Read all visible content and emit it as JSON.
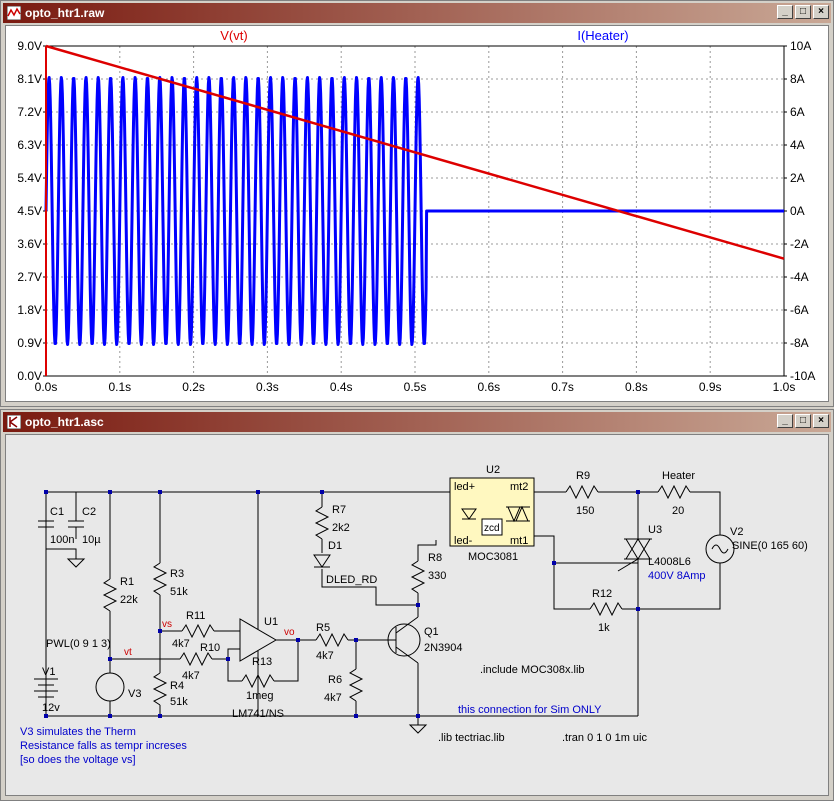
{
  "waveform_window": {
    "title": "opto_htr1.raw",
    "buttons": {
      "minimize": "_",
      "maximize": "□",
      "close": "×"
    }
  },
  "schematic_window": {
    "title": "opto_htr1.asc",
    "buttons": {
      "minimize": "_",
      "maximize": "□",
      "close": "×"
    }
  },
  "chart_data": {
    "type": "line",
    "x_ticks": [
      "0.0s",
      "0.1s",
      "0.2s",
      "0.3s",
      "0.4s",
      "0.5s",
      "0.6s",
      "0.7s",
      "0.8s",
      "0.9s",
      "1.0s"
    ],
    "y_left_ticks": [
      "0.0V",
      "0.9V",
      "1.8V",
      "2.7V",
      "3.6V",
      "4.5V",
      "5.4V",
      "6.3V",
      "7.2V",
      "8.1V",
      "9.0V"
    ],
    "y_right_ticks": [
      "-10A",
      "-8A",
      "-6A",
      "-4A",
      "-2A",
      "0A",
      "2A",
      "4A",
      "6A",
      "8A",
      "10A"
    ],
    "xlim": [
      0,
      1.0
    ],
    "ylim_left": [
      0,
      9.0
    ],
    "ylim_right": [
      -10,
      10
    ],
    "grid": true,
    "series": [
      {
        "name": "V(vt)",
        "axis": "left",
        "color": "#dd0000",
        "type": "line",
        "x": [
          0,
          1.0
        ],
        "y": [
          9.0,
          3.2
        ]
      },
      {
        "name": "I(Heater)",
        "axis": "right",
        "color": "#0000ff",
        "type": "sine",
        "frequency_hz": 60,
        "amplitude": 8.1,
        "on_until": 0.515,
        "offset_after": 0
      }
    ]
  },
  "schematic": {
    "labels": {
      "u2": "U2",
      "led_plus": "led+",
      "led_minus": "led-",
      "mt2": "mt2",
      "mt1": "mt1",
      "zcd": "zcd",
      "moc": "MOC3081",
      "r9": "R9",
      "r9_val": "150",
      "heater": "Heater",
      "heater_val": "20",
      "v2": "V2",
      "v2_val": "SINE(0 165 60)",
      "u3": "U3",
      "u3_part": "L4008L6",
      "u3_spec": "400V 8Amp",
      "r12": "R12",
      "r12_val": "1k",
      "c1": "C1",
      "c1_val": "100n",
      "c2": "C2",
      "c2_val": "10µ",
      "r7": "R7",
      "r7_val": "2k2",
      "d1": "D1",
      "d1_val": "DLED_RD",
      "r8": "R8",
      "r8_val": "330",
      "r1": "R1",
      "r1_val": "22k",
      "r3": "R3",
      "r3_val": "51k",
      "r11": "R11",
      "r11_val": "4k7",
      "r10": "R10",
      "r10_val": "4k7",
      "r13": "R13",
      "r13_val": "1meg",
      "u1": "U1",
      "u1_part": "LM741/NS",
      "r5": "R5",
      "r5_val": "4k7",
      "r6": "R6",
      "r6_val": "4k7",
      "q1": "Q1",
      "q1_part": "2N3904",
      "r4": "R4",
      "r4_val": "51k",
      "v1": "V1",
      "v1_val": "12v",
      "v3": "V3",
      "pwl": "PWL(0 9 1 3)",
      "net_vs": "vs",
      "net_vt": "vt",
      "net_vo": "vo",
      "include_moc": ".include MOC308x.lib",
      "lib_tectriac": ".lib tectriac.lib",
      "tran": ".tran 0 1 0 1m uic",
      "sim_note": "this connection for Sim ONLY"
    },
    "comment_lines": [
      "V3 simulates the Therm",
      "Resistance falls as tempr increses",
      "[so does the voltage vs]"
    ]
  }
}
